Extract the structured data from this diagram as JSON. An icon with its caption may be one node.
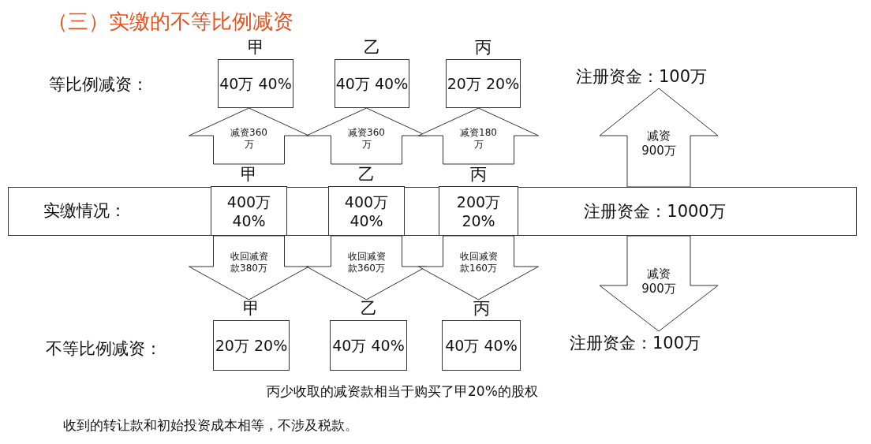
{
  "diagram": {
    "title": "（三）实缴的不等比例减资",
    "nodes": [
      {
        "text": [
          "40万 40%"
        ],
        "beside": [
          "甲"
        ]
      },
      {
        "text": [
          "40万 40%"
        ],
        "beside": [
          "乙"
        ]
      },
      {
        "text": [
          "20万 20%"
        ],
        "beside": [
          "丙"
        ]
      },
      {
        "text": [
          "注册资金：100万"
        ]
      },
      {
        "text": [
          "实缴情况："
        ]
      },
      {
        "text": [
          "400万 40%"
        ],
        "beside": [
          "甲"
        ],
        "in": 4
      },
      {
        "text": [
          "400万 40%"
        ],
        "beside": [
          "乙"
        ],
        "in": 4
      },
      {
        "text": [
          "200万 20%"
        ],
        "beside": [
          "丙"
        ],
        "in": 4
      },
      {
        "text": [
          "注册资金：1000万"
        ],
        "in": 4
      },
      {
        "text": [
          "20万 20%"
        ],
        "beside": [
          "甲"
        ]
      },
      {
        "text": [
          "40万 40%"
        ],
        "beside": [
          "乙"
        ]
      },
      {
        "text": [
          "40万 40%"
        ],
        "beside": [
          "丙"
        ]
      },
      {
        "text": [
          "注册资金：100万"
        ]
      }
    ],
    "edges": [
      {
        "from": 5,
        "to": 0,
        "arrow": "to",
        "label": "减资360万"
      },
      {
        "from": 6,
        "to": 1,
        "arrow": "to",
        "label": "减资360万"
      },
      {
        "from": 7,
        "to": 2,
        "arrow": "to",
        "label": "减资180万"
      },
      {
        "from": 8,
        "to": 3,
        "arrow": "to",
        "label": "减资900万"
      },
      {
        "from": 5,
        "to": 9,
        "arrow": "to",
        "label": "收回减资款380万"
      },
      {
        "from": 6,
        "to": 10,
        "arrow": "to",
        "label": "收回减资款360万"
      },
      {
        "from": 7,
        "to": 11,
        "arrow": "to",
        "label": "收回减资款160万"
      },
      {
        "from": 8,
        "to": 12,
        "arrow": "to",
        "label": "减资900万"
      }
    ],
    "labels": [
      "等比例减资：",
      "不等比例减资：",
      "丙少收取的减资款相当于购买了甲20%的股权",
      "收到的转让款和初始投资成本相等，不涉及税款。"
    ]
  }
}
